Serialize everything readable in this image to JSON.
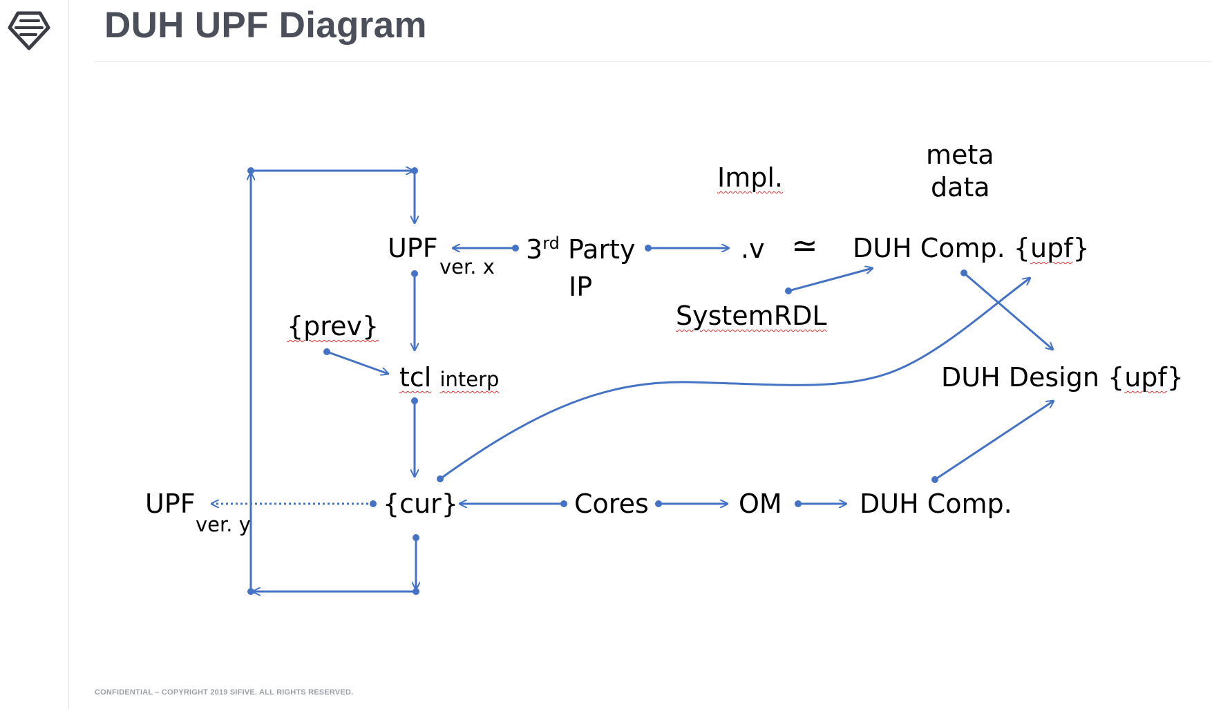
{
  "header": {
    "title": "DUH UPF Diagram"
  },
  "footer": {
    "text": "CONFIDENTIAL – COPYRIGHT 2019 SIFIVE.  ALL RIGHTS RESERVED."
  },
  "colors": {
    "edge": "#4472c4",
    "title": "#4b4f59",
    "footer": "#9aa0a6"
  },
  "icons": {
    "logo": "sifive-logo-icon"
  },
  "nodes": {
    "upf_x": {
      "main": "UPF",
      "sub": "ver. x"
    },
    "third_party": {
      "sup": "rd",
      "pre": "3",
      "main": "Party",
      "line2": "IP"
    },
    "impl": "Impl.",
    "meta": {
      "line1": "meta",
      "line2": "data"
    },
    "dot_v": ".v",
    "approx": "≃",
    "duh_comp_upf": {
      "pre": "DUH Comp. {",
      "squig": "upf",
      "post": "}"
    },
    "systemrdl": "SystemRDL",
    "prev": "{prev}",
    "tcl": {
      "main": "tcl",
      "sub": "interp"
    },
    "duh_design": {
      "pre": "DUH Design {",
      "squig": "upf",
      "post": "}"
    },
    "upf_y": {
      "main": "UPF",
      "sub": "ver. y"
    },
    "cur": "{cur}",
    "cores": "Cores",
    "om": "OM",
    "duh_comp": "DUH Comp."
  }
}
